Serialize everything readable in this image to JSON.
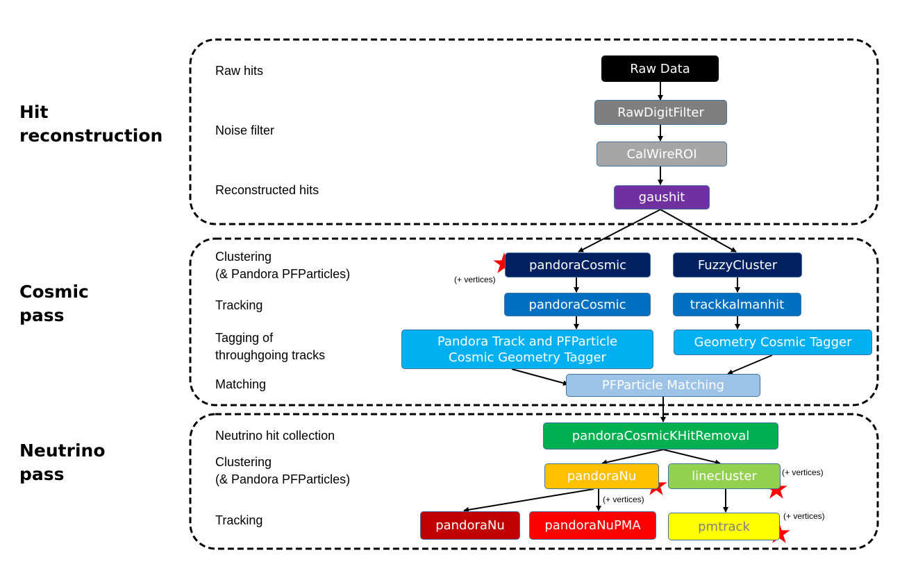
{
  "sections": {
    "hit": {
      "title": "Hit\nreconstruction"
    },
    "cosmic": {
      "title": "Cosmic\npass"
    },
    "neutrino": {
      "title": "Neutrino\npass"
    }
  },
  "stage_labels": {
    "raw_hits": "Raw hits",
    "noise_filter": "Noise filter",
    "reconstructed_hits": "Reconstructed hits",
    "clustering_cosmic": "Clustering\n(& Pandora PFParticles)",
    "tracking_cosmic": "Tracking",
    "tagging": "Tagging of\nthroughgoing  tracks",
    "matching": "Matching",
    "neutrino_hit_collection": "Neutrino hit collection",
    "clustering_nu": "Clustering\n(& Pandora PFParticles)",
    "tracking_nu": "Tracking"
  },
  "nodes": {
    "raw_data": "Raw Data",
    "rawdigitfilter": "RawDigitFilter",
    "calwireroi": "CalWireROI",
    "gaushit": "gaushit",
    "pandora_cosmic_cluster": "pandoraCosmic",
    "fuzzycluster": "FuzzyCluster",
    "pandora_cosmic_track": "pandoraCosmic",
    "trackkalmanhit": "trackkalmanhit",
    "pandora_tagger": "Pandora Track and PFParticle\nCosmic Geometry Tagger",
    "geometry_tagger": "Geometry Cosmic Tagger",
    "pfparticle_matching": "PFParticle Matching",
    "hit_removal": "pandoraCosmicKHitRemoval",
    "pandoranu_cluster": "pandoraNu",
    "linecluster": "linecluster",
    "pandoranu_track": "pandoraNu",
    "pandoranupma": "pandoraNuPMA",
    "pmtrack": "pmtrack"
  },
  "notes": {
    "vertices_cosmic": "(+ vertices)",
    "vertices_linecluster": "(+ vertices)",
    "vertices_pandoranu": "(+ vertices)",
    "vertices_pmtrack": "(+ vertices)"
  },
  "colors": {
    "raw_data": "#000000",
    "rawdigitfilter": "#7f7f7f",
    "calwireroi": "#a6a6a6",
    "gaushit": "#7030a0",
    "dark_navy": "#002060",
    "medium_blue": "#0070c0",
    "light_blue": "#00b0f0",
    "pale_blue": "#9dc3e6",
    "green": "#00b050",
    "orange": "#ffc000",
    "light_green": "#92d050",
    "dark_red": "#c00000",
    "red": "#ff0000",
    "yellow": "#ffff00",
    "star": "#ff0000"
  }
}
